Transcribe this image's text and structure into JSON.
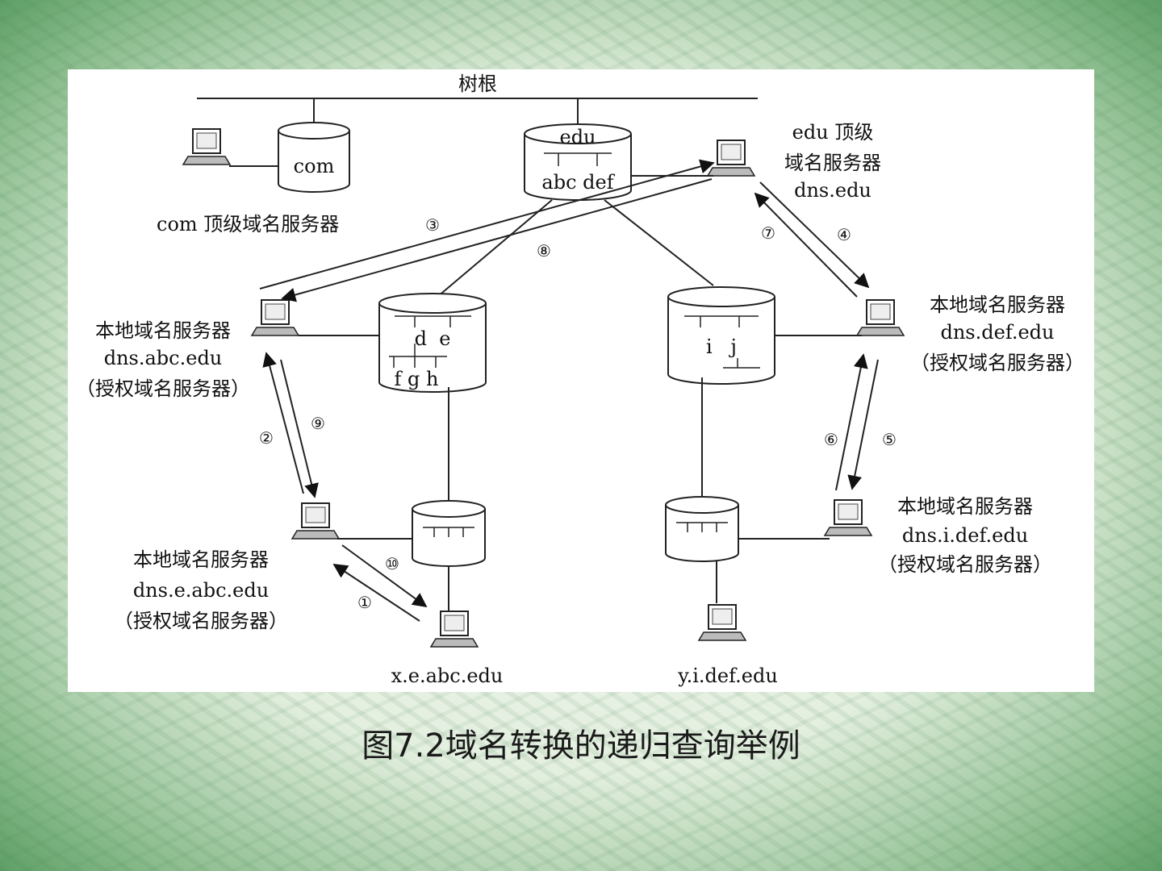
{
  "caption": "图7.2域名转换的递归查询举例",
  "diagram": {
    "root_label": "树根",
    "com_db_label": "com",
    "com_server_label": "com 顶级域名服务器",
    "edu_db": {
      "top": "edu",
      "bottom": "abc def"
    },
    "edu_server": {
      "line1": "edu 顶级",
      "line2": "域名服务器",
      "line3": "dns.edu"
    },
    "abc_db": {
      "row1": "d  e",
      "row2": "f g h"
    },
    "def_db": {
      "row1": "i   j"
    },
    "abc_server": {
      "line1": "本地域名服务器",
      "line2": "dns.abc.edu",
      "line3": "（授权域名服务器）"
    },
    "def_server": {
      "line1": "本地域名服务器",
      "line2": "dns.def.edu",
      "line3": "（授权域名服务器）"
    },
    "e_server": {
      "line1": "本地域名服务器",
      "line2": "dns.e.abc.edu",
      "line3": "（授权域名服务器）"
    },
    "i_server": {
      "line1": "本地域名服务器",
      "line2": "dns.i.def.edu",
      "line3": "（授权域名服务器）"
    },
    "host_x": "x.e.abc.edu",
    "host_y": "y.i.def.edu",
    "steps": [
      "①",
      "②",
      "③",
      "④",
      "⑤",
      "⑥",
      "⑦",
      "⑧",
      "⑨",
      "⑩"
    ]
  }
}
